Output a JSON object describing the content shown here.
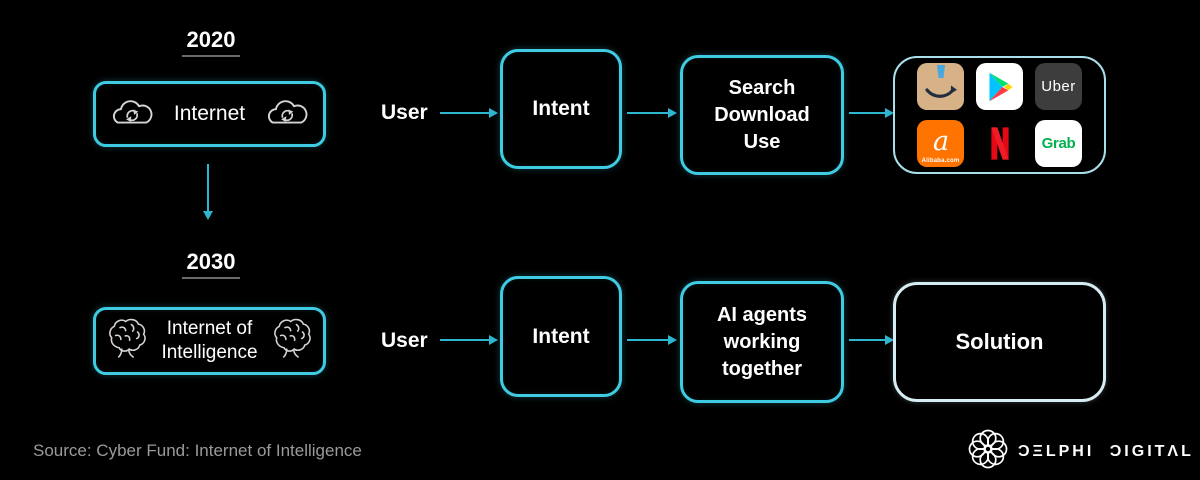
{
  "palette": {
    "bg": "#000000",
    "cyan": "#3fcbe2",
    "arrow": "#2db6cf",
    "pale": "#d6ecf3",
    "pale_thin": "#a9dfeb",
    "text": "#ffffff",
    "muted": "#9a9a9a",
    "underline": "#6b6b6b"
  },
  "left_panel": {
    "year_top": "2020",
    "year_bottom": "2030",
    "internet_label": "Internet",
    "intelligence_line1": "Internet of",
    "intelligence_line2": "Intelligence"
  },
  "flow_top": {
    "user": "User",
    "intent": "Intent",
    "actions": [
      "Search",
      "Download",
      "Use"
    ],
    "apps": [
      {
        "name": "Amazon",
        "color": "#d8b287"
      },
      {
        "name": "Google Play",
        "color": "#ffffff"
      },
      {
        "name": "Uber",
        "label": "Uber",
        "color": "#3d3d3d"
      },
      {
        "name": "Alibaba",
        "glyph": "a",
        "label": "Alibaba.com",
        "color": "#ff7300"
      },
      {
        "name": "Netflix",
        "color": "#e50914"
      },
      {
        "name": "Grab",
        "label": "Grab",
        "color": "#00b14f"
      }
    ]
  },
  "flow_bottom": {
    "user": "User",
    "intent": "Intent",
    "agents": [
      "AI agents",
      "working",
      "together"
    ],
    "solution": "Solution"
  },
  "footer": {
    "source": "Source: Cyber Fund: Internet of Intelligence",
    "brand": "ƆΞLPHI ƆIGITΛL"
  }
}
